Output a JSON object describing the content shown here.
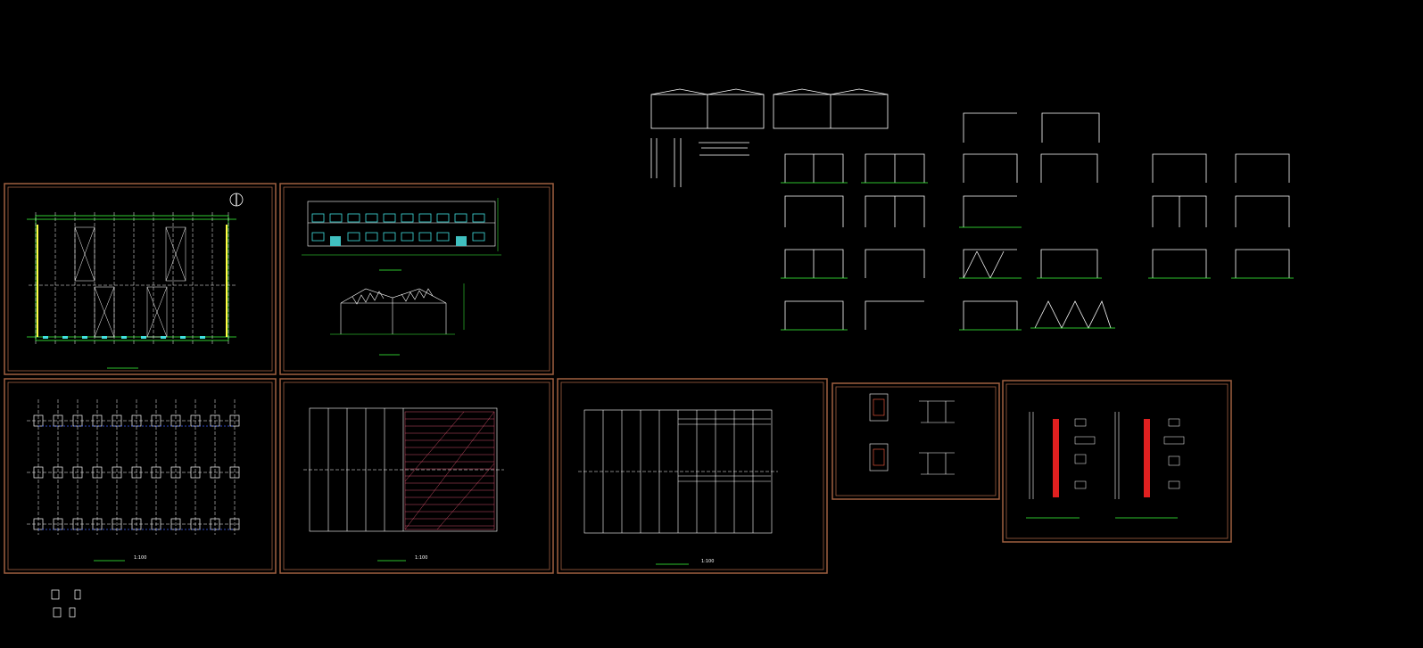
{
  "app": {
    "top_label": ""
  },
  "drawing": {
    "colors": {
      "background": "#000000",
      "sheet_border": "#a06040",
      "line_white": "#ffffff",
      "line_green": "#3cff3c",
      "line_cyan": "#40e0e0",
      "line_red": "#ff3030",
      "line_yellow": "#ffff40",
      "line_blue": "#4060ff",
      "line_magenta": "#ff60a0"
    },
    "sheets": [
      {
        "id": "plan-1",
        "title": "",
        "scale": ""
      },
      {
        "id": "elevation-section",
        "title": "",
        "scale": "",
        "title2": "",
        "scale2": ""
      },
      {
        "id": "foundation-plan",
        "title": "",
        "scale": "1:100"
      },
      {
        "id": "roof-plan",
        "title": "",
        "scale": "1:100"
      },
      {
        "id": "purlin-plan",
        "title": "",
        "scale": "1:100"
      },
      {
        "id": "details-small",
        "title": ""
      },
      {
        "id": "column-details",
        "title": "",
        "title2": ""
      }
    ]
  }
}
